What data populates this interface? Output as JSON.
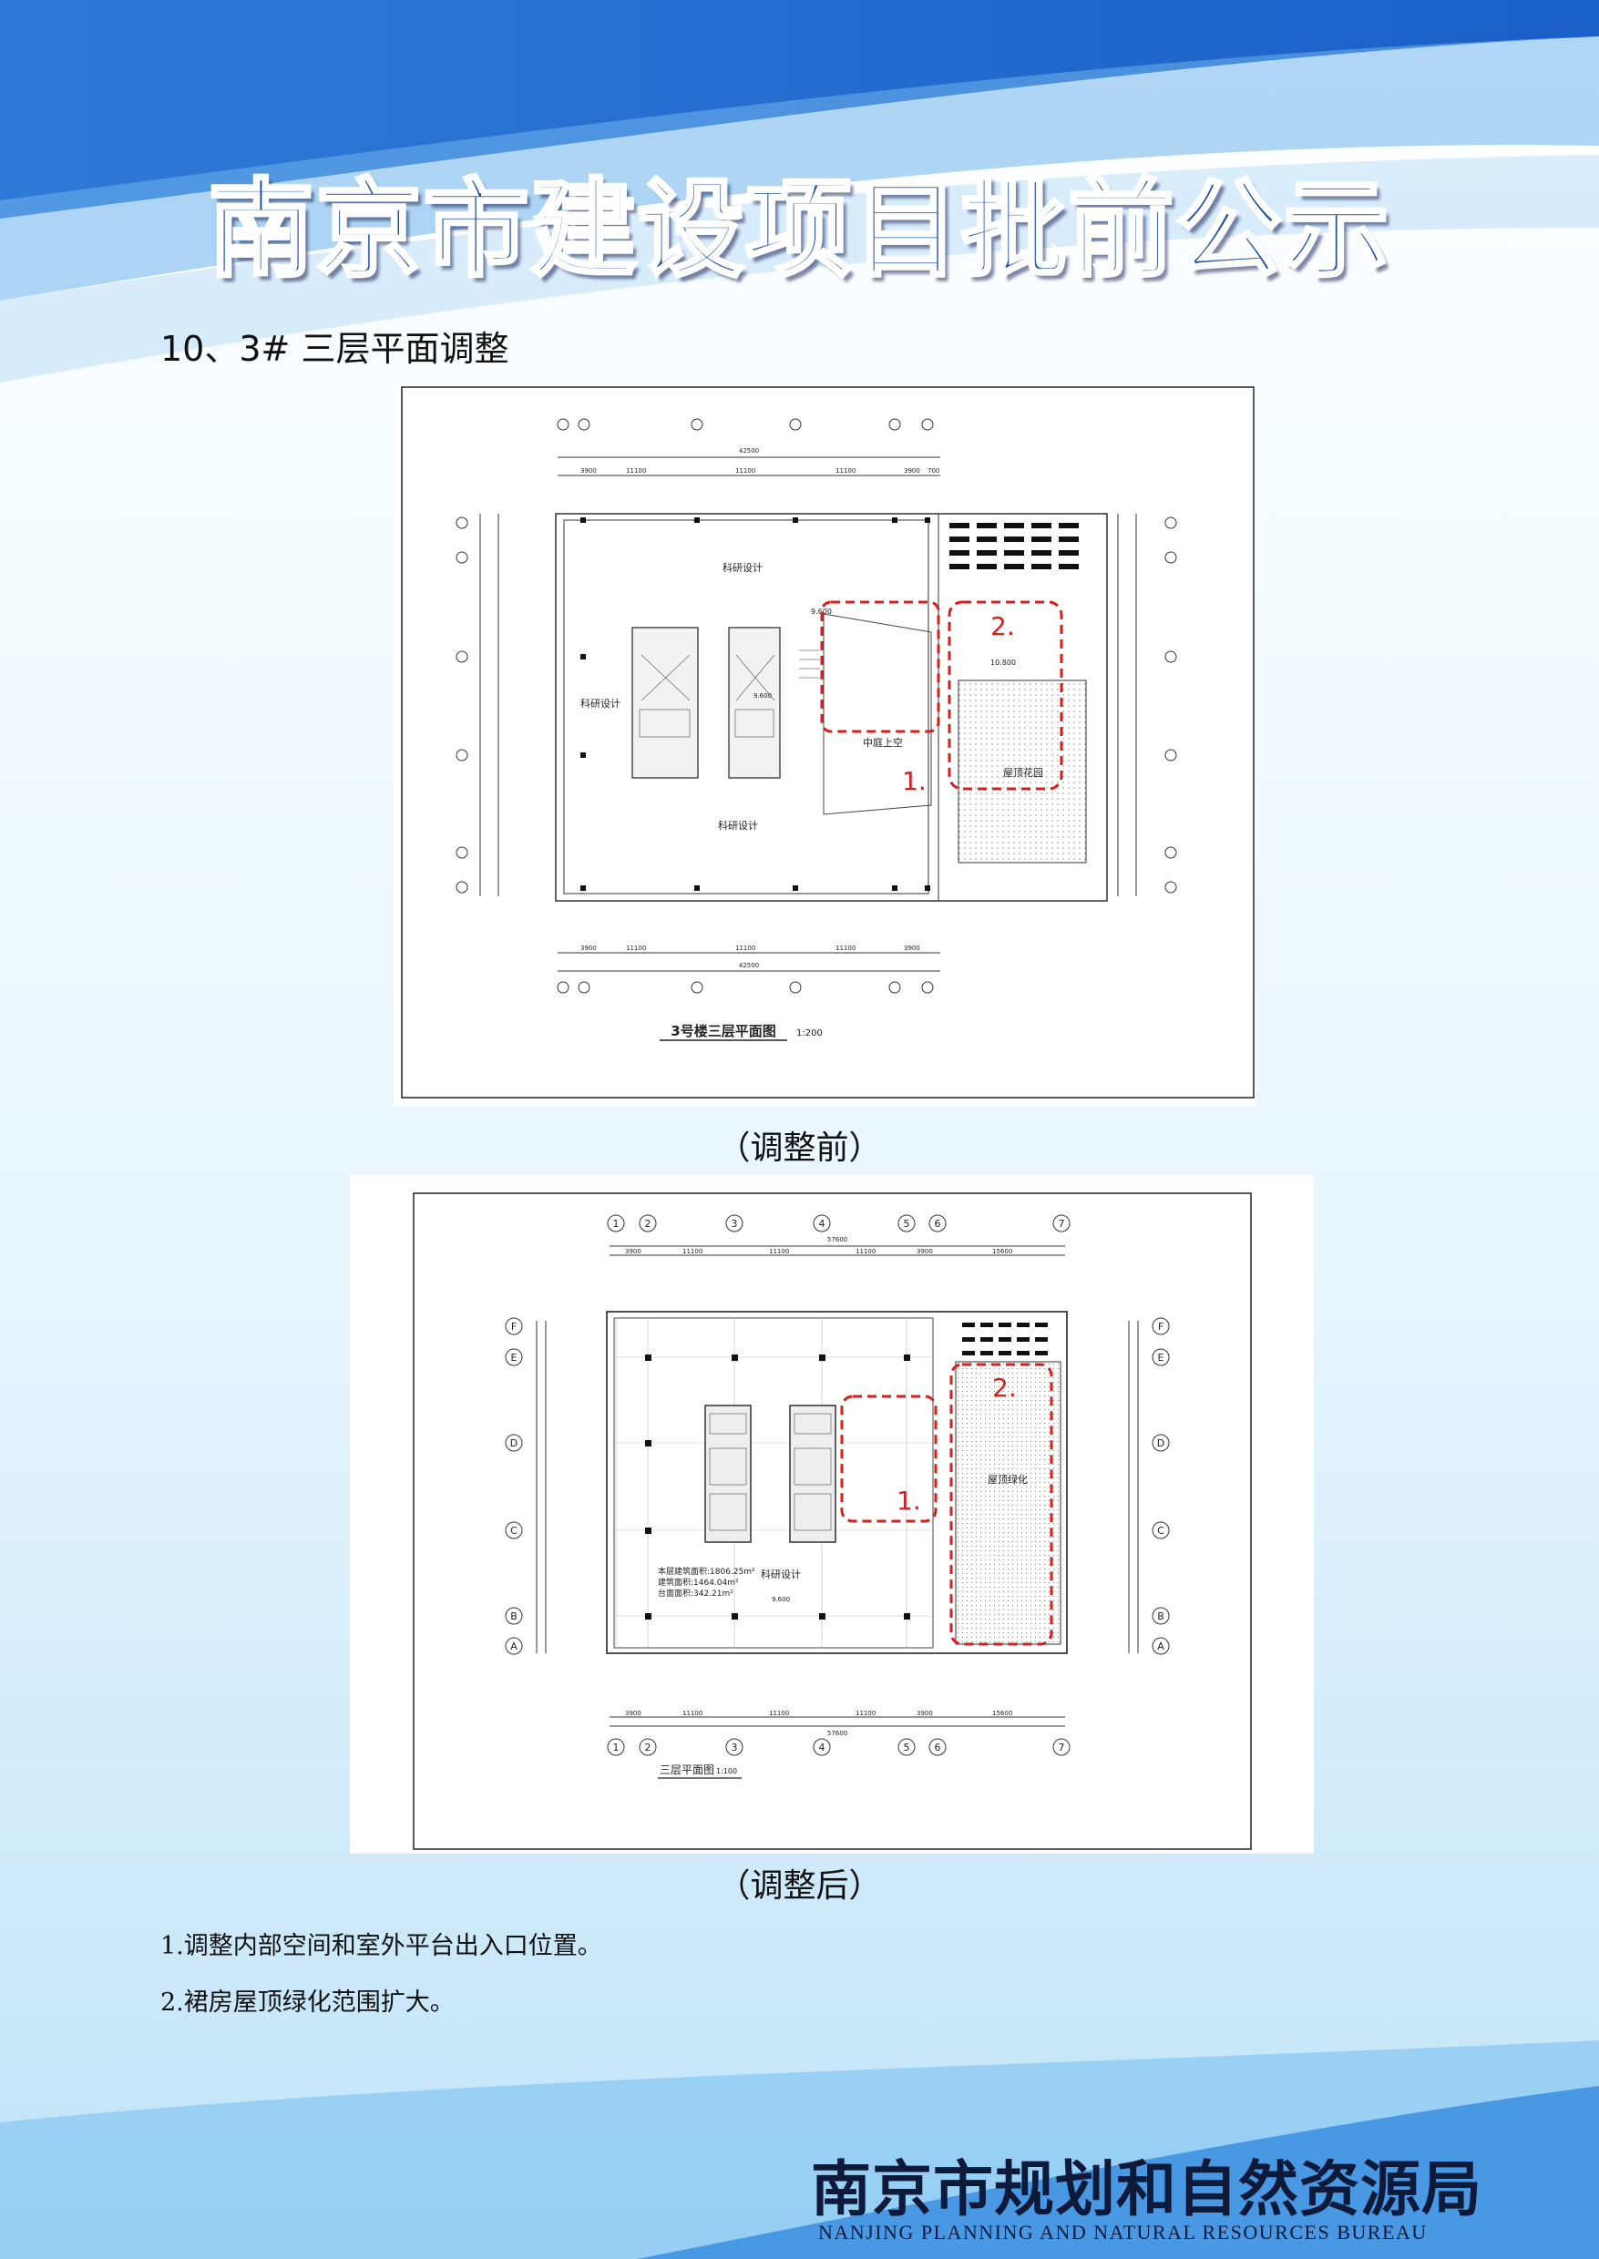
{
  "header": {
    "title": "南京市建设项目批前公示"
  },
  "section": {
    "heading": "10、3#  三层平面调整"
  },
  "before": {
    "caption": "（调整前）",
    "drawing_title": "3号楼三层平面图",
    "scale": "1:200",
    "overall_dim": "42500",
    "dims": [
      "3900",
      "11100",
      "11100",
      "11100",
      "3900",
      "700"
    ],
    "rooms": {
      "top": "科研设计",
      "left": "科研设计",
      "bottom": "科研设计",
      "atrium": "中庭上空",
      "garden": "屋顶花园"
    },
    "levels": {
      "a": "9.600",
      "b": "9.600",
      "c": "10.800"
    },
    "markers": {
      "one": "1.",
      "two": "2."
    }
  },
  "after": {
    "caption": "（调整后）",
    "drawing_title": "三层平面图",
    "scale": "1:100",
    "overall_dim": "57600",
    "dims": [
      "3900",
      "11100",
      "11100",
      "11100",
      "3900",
      "15600"
    ],
    "cols": [
      "1",
      "2",
      "3",
      "4",
      "5",
      "6",
      "7"
    ],
    "rows": [
      "F",
      "E",
      "D",
      "C",
      "B",
      "A"
    ],
    "rooms": {
      "main": "科研设计",
      "green": "屋顶绿化"
    },
    "area_lines": [
      "本层建筑面积:1806.25m²",
      "建筑面积:1464.04m²",
      "台面面积:342.21m²"
    ],
    "level": "9.600",
    "markers": {
      "one": "1.",
      "two": "2."
    }
  },
  "notes": [
    "1.调整内部空间和室外平台出入口位置。",
    "2.裙房屋顶绿化范围扩大。"
  ],
  "footer": {
    "cn": "南京市规划和自然资源局",
    "en": "NANJING PLANNING AND NATURAL RESOURCES BUREAU"
  }
}
